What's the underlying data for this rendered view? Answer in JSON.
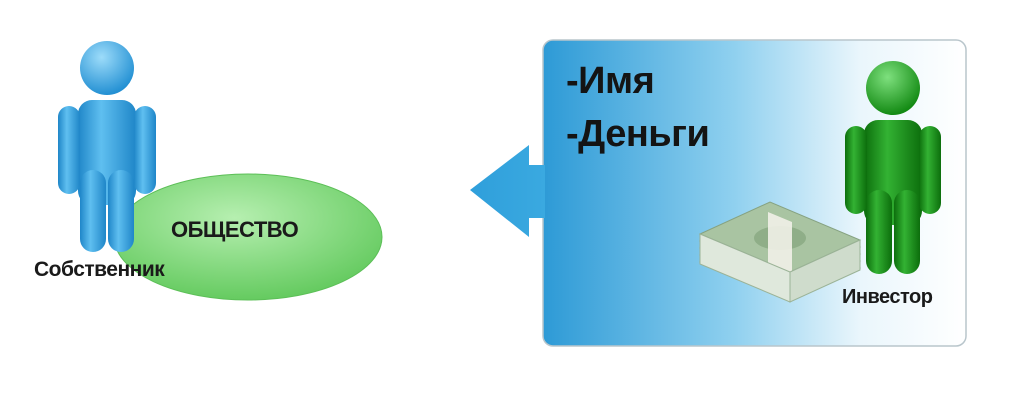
{
  "diagram": {
    "owner": {
      "label": "Собственник"
    },
    "society": {
      "label": "ОБЩЕСТВО"
    },
    "investor": {
      "label": "Инвестор"
    },
    "panel": {
      "items": [
        "-Имя",
        "-Деньги"
      ]
    }
  },
  "colors": {
    "owner_figure": "#2e9ad6",
    "society_ellipse": "#7fd67a",
    "investor_figure": "#1d8a1d",
    "panel_blue": "#35a4dc",
    "money_green": "#a9c4a2"
  }
}
